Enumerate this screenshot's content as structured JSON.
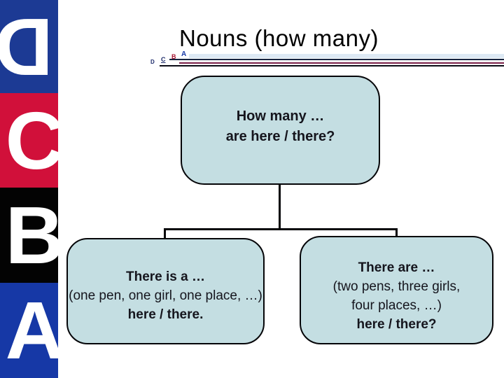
{
  "slide_title": "Nouns (how many)",
  "alphabet_strip": {
    "blocks": [
      {
        "letter": "D",
        "bg": "#1c3a94",
        "fg": "#ffffff",
        "mirrored": true
      },
      {
        "letter": "C",
        "bg": "#d1103a",
        "fg": "#ffffff",
        "mirrored": false
      },
      {
        "letter": "B",
        "bg": "#030303",
        "fg": "#ffffff",
        "mirrored": false
      },
      {
        "letter": "A",
        "bg": "#1638a6",
        "fg": "#ffffff",
        "mirrored": false
      }
    ]
  },
  "decor": {
    "letters": [
      {
        "char": "D",
        "color": "#1c2a6a"
      },
      {
        "char": "C",
        "color": "#1c2a6a"
      },
      {
        "char": "B",
        "color": "#a81430"
      },
      {
        "char": "A",
        "color": "#1638a6"
      }
    ],
    "rule_colors": {
      "pale_band": "#dde9f4",
      "top": "#16243f",
      "middle": "#7a2048",
      "bottom": "#0b0b14"
    }
  },
  "diagram": {
    "box_fill": "#c4dee2",
    "box_border": "#050508",
    "top_box": {
      "line1": "How many …",
      "line2": "are here / there?"
    },
    "left_box": {
      "line1": "There is a …",
      "line2": "(one pen, one girl, one place, …)",
      "line3": "here / there."
    },
    "right_box": {
      "line1": "There are …",
      "line2": "(two pens, three girls,",
      "line3": "four places, …)",
      "line4": "here / there?"
    }
  }
}
